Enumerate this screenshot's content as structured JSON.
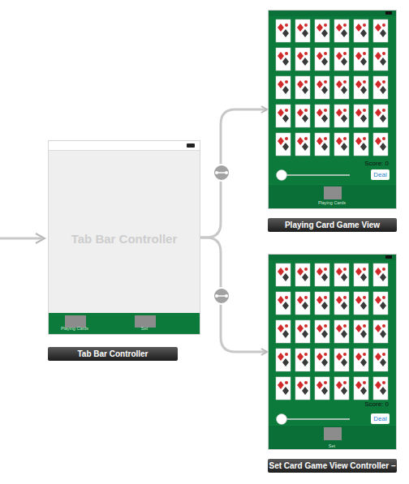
{
  "diagram": {
    "nodes": [
      {
        "text": [
          "Tab Bar Controller",
          "Tab Bar Controller"
        ]
      },
      {
        "text": [
          "Playing Card Game View"
        ]
      },
      {
        "text": [
          "Deal"
        ],
        "in": 1
      },
      {
        "text": [
          "Set Card Game View Controller –"
        ]
      },
      {
        "text": [
          "Deal"
        ],
        "in": 3
      }
    ],
    "edges": [
      {
        "from": 0,
        "to": 1,
        "arrow": "to"
      },
      {
        "from": 0,
        "to": 3,
        "arrow": "to"
      }
    ],
    "labels": [
      "Playing Cards",
      "Set",
      "Score: 0",
      "Playing Cards",
      "Score: 0",
      "Set"
    ]
  }
}
